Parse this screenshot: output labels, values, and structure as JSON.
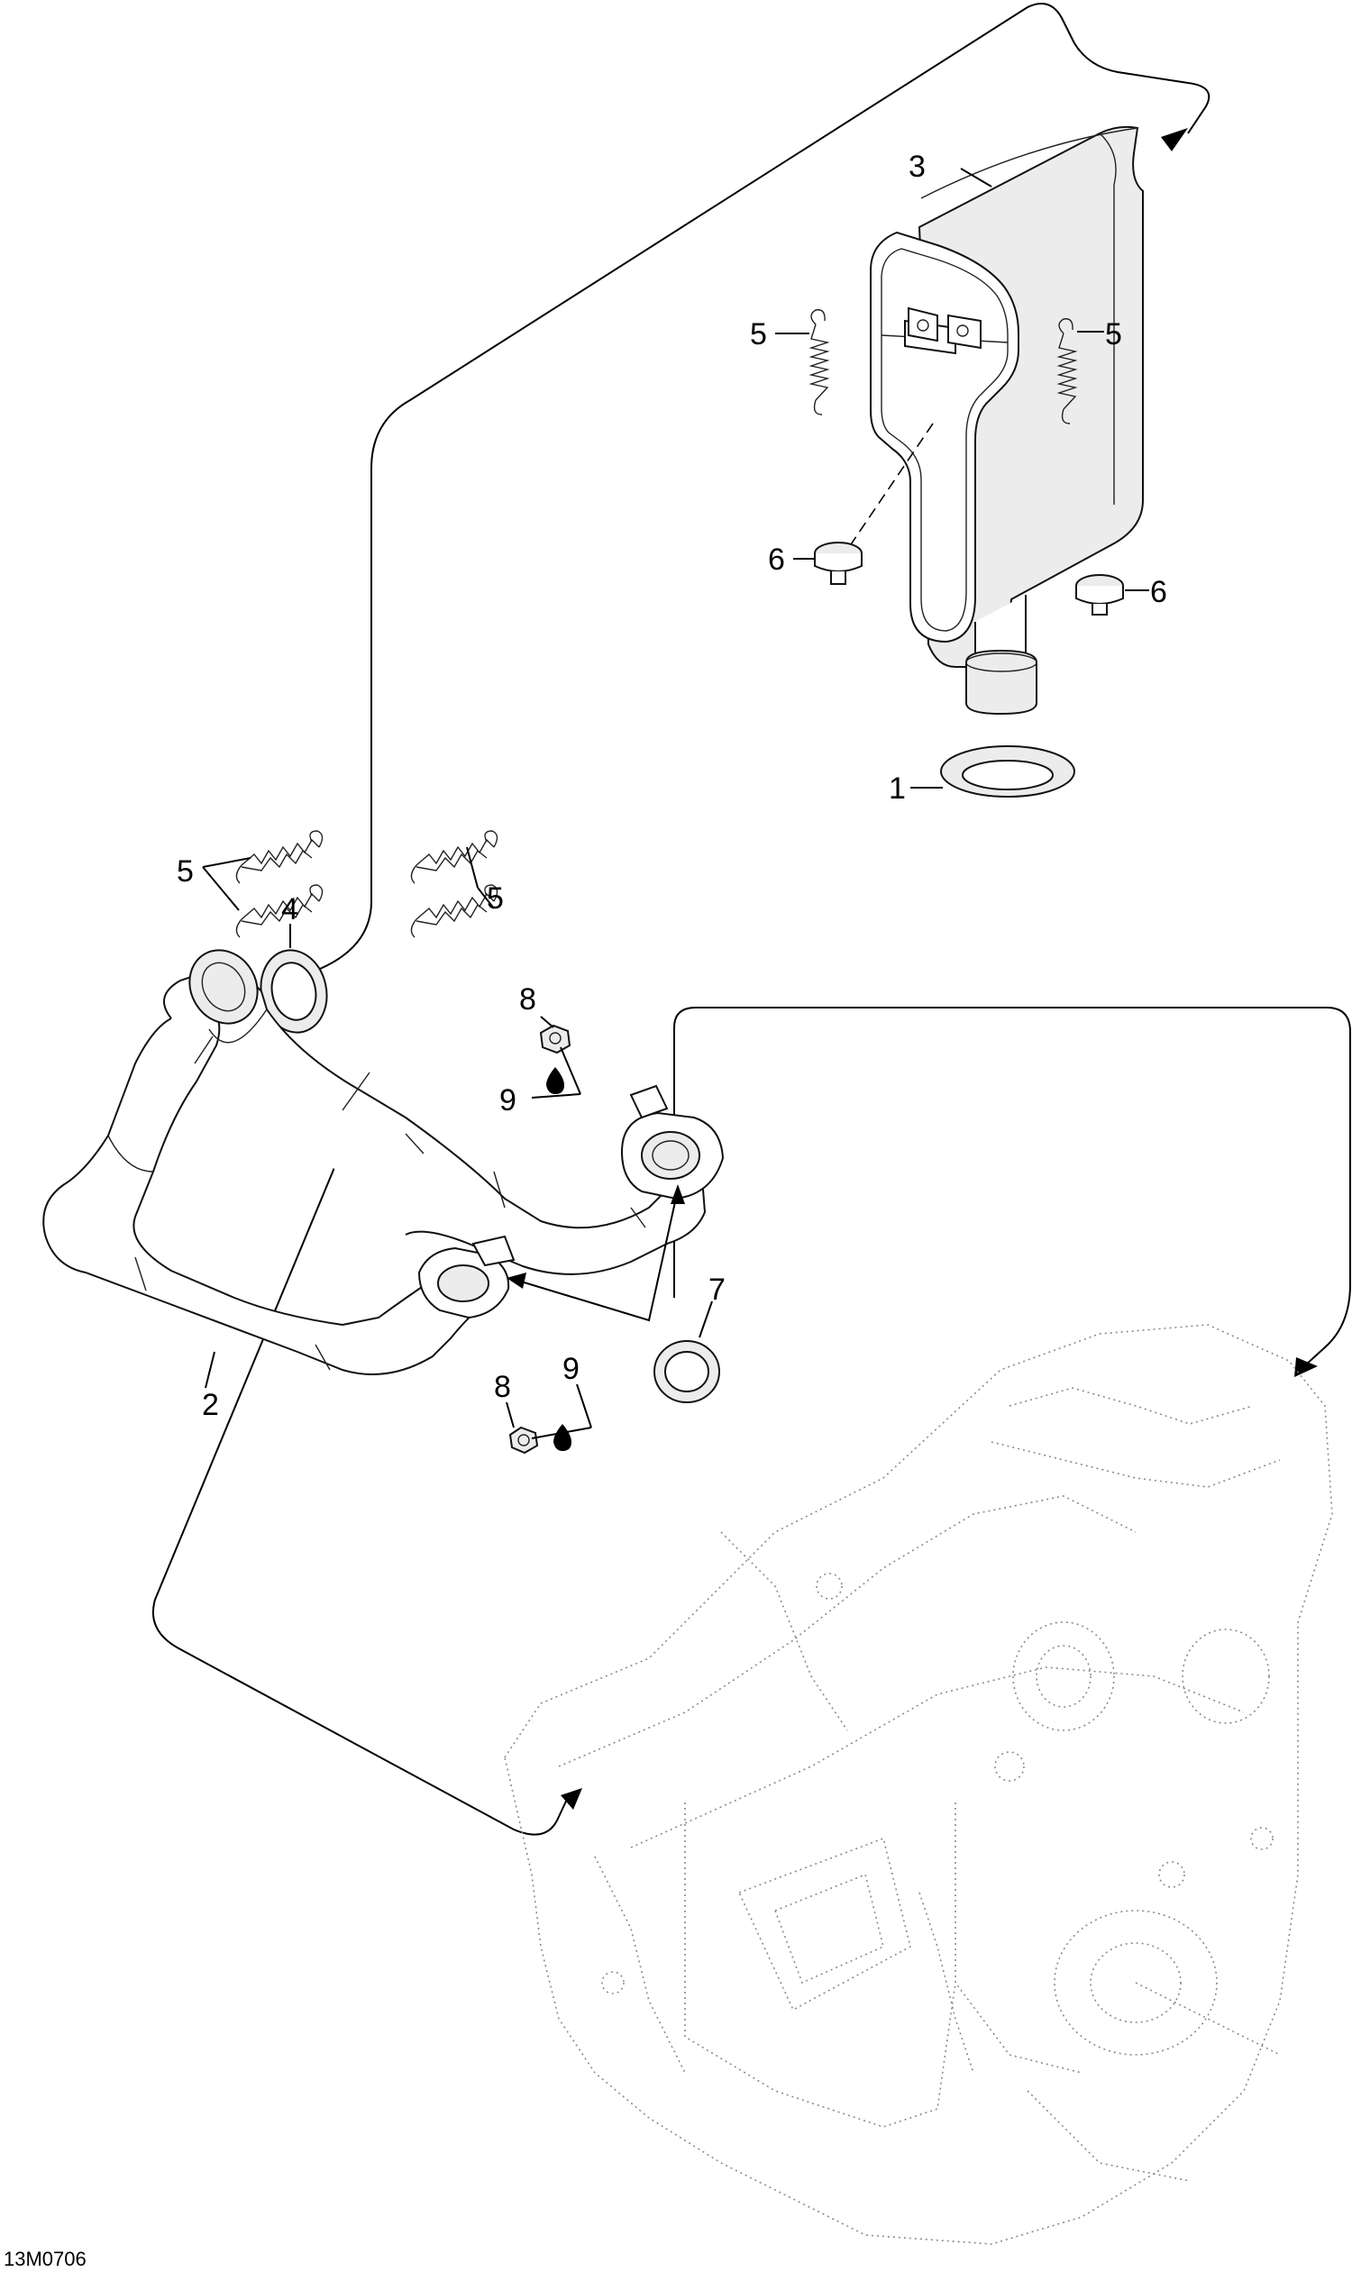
{
  "figure_code": "13M0706",
  "callouts": {
    "c1": "1",
    "c2": "2",
    "c3": "3",
    "c4": "4",
    "c5a": "5",
    "c5b": "5",
    "c5c": "5",
    "c5d": "5",
    "c6a": "6",
    "c6b": "6",
    "c7": "7",
    "c8a": "8",
    "c8b": "8",
    "c9a": "9",
    "c9b": "9"
  },
  "colors": {
    "line": "#000000",
    "engine_ghost": "#8a8a8a",
    "background": "#ffffff"
  }
}
